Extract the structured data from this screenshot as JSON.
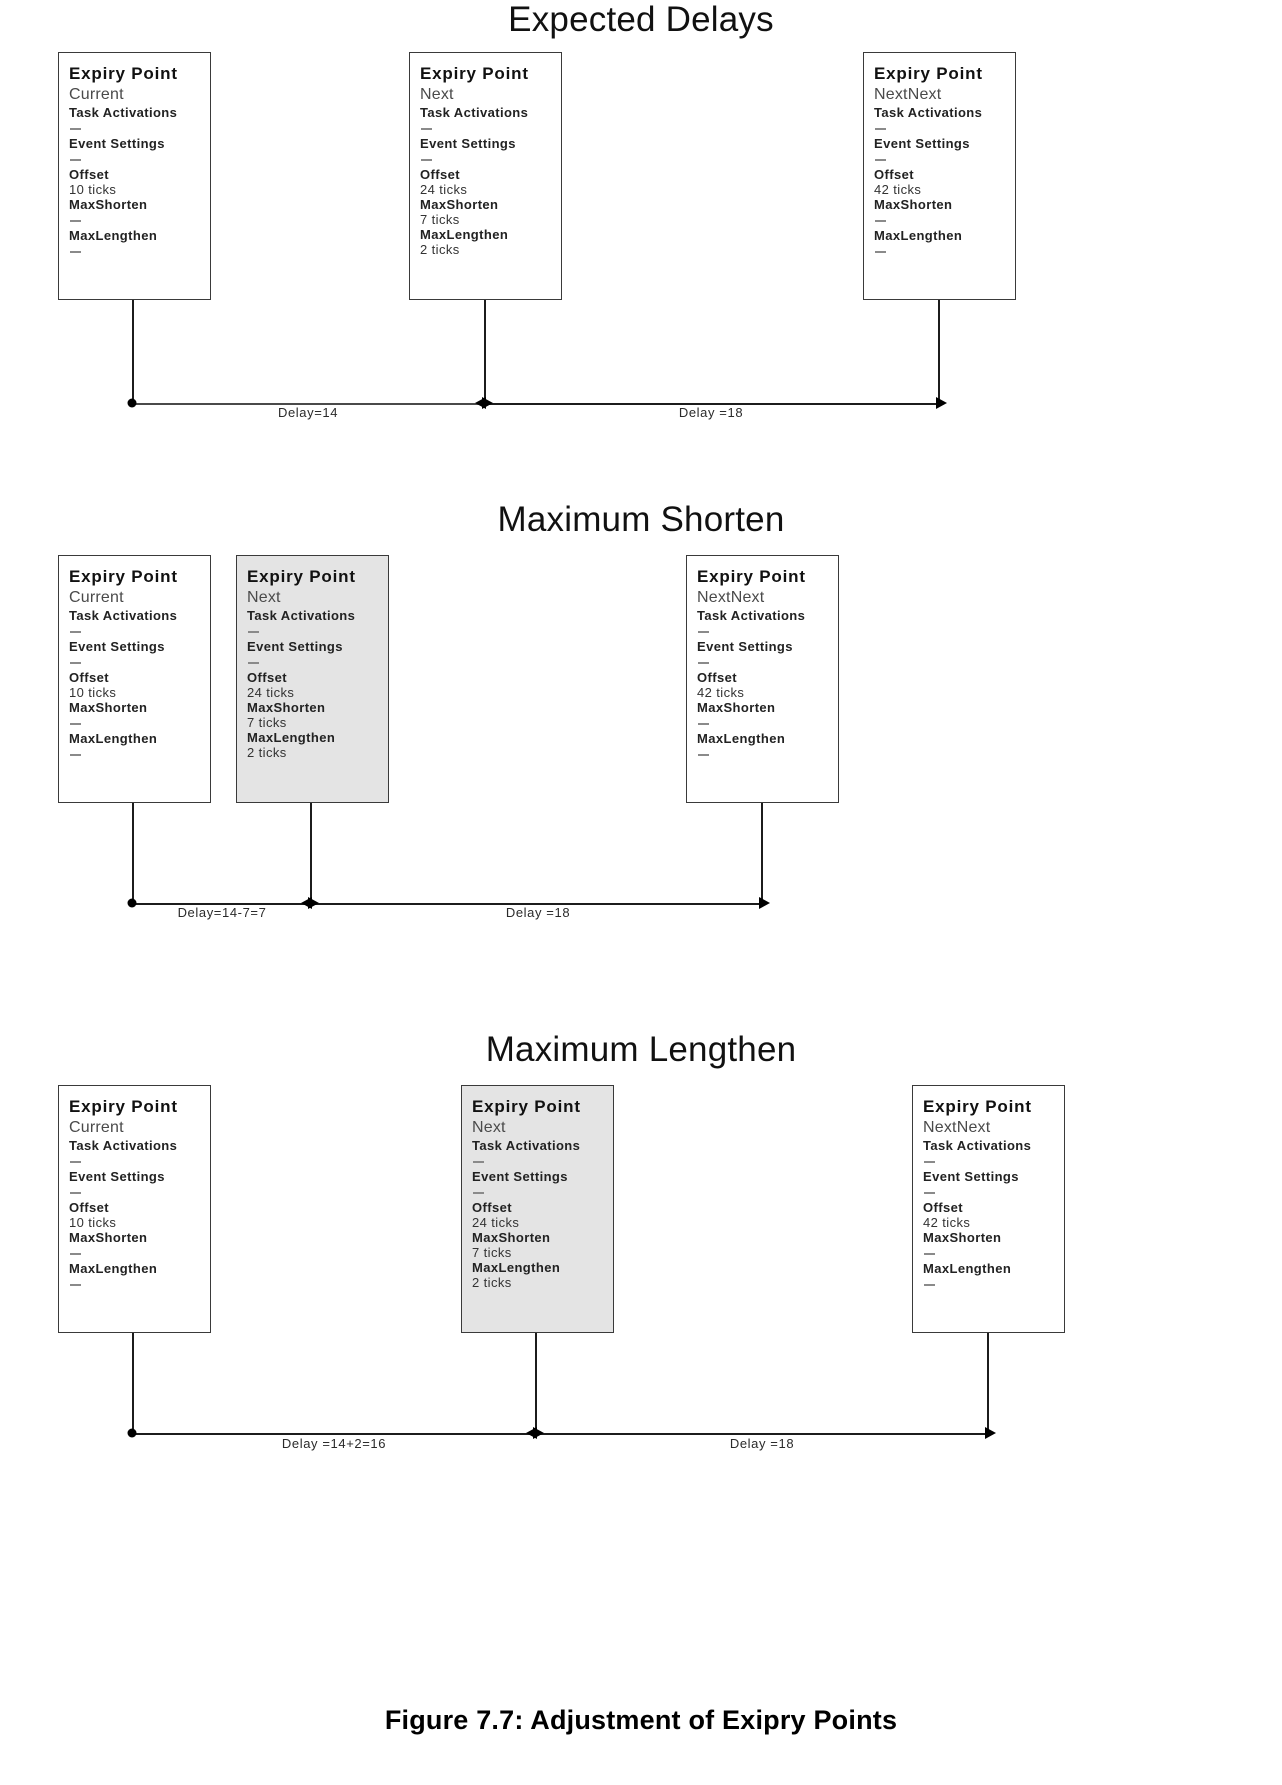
{
  "figure": {
    "caption": "Figure 7.7: Adjustment of Exipry Points"
  },
  "sections": [
    {
      "title": "Expected Delays",
      "boxes": [
        {
          "title": "Expiry Point",
          "name": "Current",
          "task_activations_label": "Task Activations",
          "task_activations_value": "—",
          "event_settings_label": "Event Settings",
          "event_settings_value": "—",
          "offset_label": "Offset",
          "offset_value": "10 ticks",
          "maxshorten_label": "MaxShorten",
          "maxshorten_value": "—",
          "maxlengthen_label": "MaxLengthen",
          "maxlengthen_value": "—",
          "shaded": false
        },
        {
          "title": "Expiry Point",
          "name": "Next",
          "task_activations_label": "Task Activations",
          "task_activations_value": "—",
          "event_settings_label": "Event Settings",
          "event_settings_value": "—",
          "offset_label": "Offset",
          "offset_value": "24 ticks",
          "maxshorten_label": "MaxShorten",
          "maxshorten_value": "7 ticks",
          "maxlengthen_label": "MaxLengthen",
          "maxlengthen_value": "2 ticks",
          "shaded": false
        },
        {
          "title": "Expiry Point",
          "name": "NextNext",
          "task_activations_label": "Task Activations",
          "task_activations_value": "—",
          "event_settings_label": "Event Settings",
          "event_settings_value": "—",
          "offset_label": "Offset",
          "offset_value": "42 ticks",
          "maxshorten_label": "MaxShorten",
          "maxshorten_value": "—",
          "maxlengthen_label": "MaxLengthen",
          "maxlengthen_value": "—",
          "shaded": false
        }
      ],
      "delays": [
        {
          "label": "Delay=14"
        },
        {
          "label": "Delay =18"
        }
      ]
    },
    {
      "title": "Maximum Shorten",
      "boxes": [
        {
          "title": "Expiry Point",
          "name": "Current",
          "task_activations_label": "Task Activations",
          "task_activations_value": "—",
          "event_settings_label": "Event Settings",
          "event_settings_value": "—",
          "offset_label": "Offset",
          "offset_value": "10 ticks",
          "maxshorten_label": "MaxShorten",
          "maxshorten_value": "—",
          "maxlengthen_label": "MaxLengthen",
          "maxlengthen_value": "—",
          "shaded": false
        },
        {
          "title": "Expiry Point",
          "name": "Next",
          "task_activations_label": "Task Activations",
          "task_activations_value": "—",
          "event_settings_label": "Event Settings",
          "event_settings_value": "—",
          "offset_label": "Offset",
          "offset_value": "24 ticks",
          "maxshorten_label": "MaxShorten",
          "maxshorten_value": "7 ticks",
          "maxlengthen_label": "MaxLengthen",
          "maxlengthen_value": "2 ticks",
          "shaded": true
        },
        {
          "title": "Expiry Point",
          "name": "NextNext",
          "task_activations_label": "Task Activations",
          "task_activations_value": "—",
          "event_settings_label": "Event Settings",
          "event_settings_value": "—",
          "offset_label": "Offset",
          "offset_value": "42 ticks",
          "maxshorten_label": "MaxShorten",
          "maxshorten_value": "—",
          "maxlengthen_label": "MaxLengthen",
          "maxlengthen_value": "—",
          "shaded": false
        }
      ],
      "delays": [
        {
          "label": "Delay=14-7=7"
        },
        {
          "label": "Delay =18"
        }
      ]
    },
    {
      "title": "Maximum Lengthen",
      "boxes": [
        {
          "title": "Expiry Point",
          "name": "Current",
          "task_activations_label": "Task Activations",
          "task_activations_value": "—",
          "event_settings_label": "Event Settings",
          "event_settings_value": "—",
          "offset_label": "Offset",
          "offset_value": "10 ticks",
          "maxshorten_label": "MaxShorten",
          "maxshorten_value": "—",
          "maxlengthen_label": "MaxLengthen",
          "maxlengthen_value": "—",
          "shaded": false
        },
        {
          "title": "Expiry Point",
          "name": "Next",
          "task_activations_label": "Task Activations",
          "task_activations_value": "—",
          "event_settings_label": "Event Settings",
          "event_settings_value": "—",
          "offset_label": "Offset",
          "offset_value": "24 ticks",
          "maxshorten_label": "MaxShorten",
          "maxshorten_value": "7 ticks",
          "maxlengthen_label": "MaxLengthen",
          "maxlengthen_value": "2 ticks",
          "shaded": true
        },
        {
          "title": "Expiry Point",
          "name": "NextNext",
          "task_activations_label": "Task Activations",
          "task_activations_value": "—",
          "event_settings_label": "Event Settings",
          "event_settings_value": "—",
          "offset_label": "Offset",
          "offset_value": "42 ticks",
          "maxshorten_label": "MaxShorten",
          "maxshorten_value": "—",
          "maxlengthen_label": "MaxLengthen",
          "maxlengthen_value": "—",
          "shaded": false
        }
      ],
      "delays": [
        {
          "label": "Delay =14+2=16"
        },
        {
          "label": "Delay =18"
        }
      ]
    }
  ]
}
